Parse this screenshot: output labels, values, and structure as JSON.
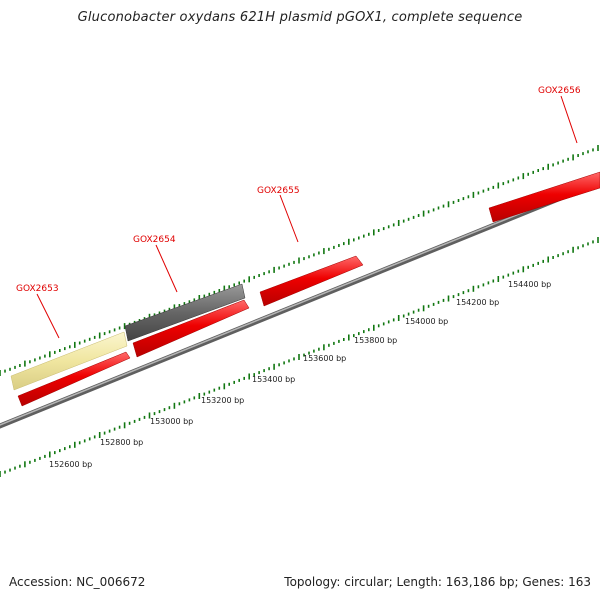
{
  "title": "Gluconobacter oxydans 621H plasmid pGOX1, complete sequence",
  "footer": {
    "accession": "Accession: NC_006672",
    "summary": "Topology: circular; Length: 163,186 bp; Genes: 163"
  },
  "colors": {
    "gene_forward": "#ee0000",
    "gene_selected": "#666666",
    "gene_pseudo": "#f0e6a0",
    "backbone": "#888888",
    "tick": "#117711",
    "label": "#e00000"
  },
  "scale_labels": [
    "152600 bp",
    "152800 bp",
    "153000 bp",
    "153200 bp",
    "153400 bp",
    "153600 bp",
    "153800 bp",
    "154000 bp",
    "154200 bp",
    "154400 bp"
  ],
  "gene_labels": [
    "GOX2653",
    "GOX2654",
    "GOX2655",
    "GOX2656"
  ]
}
